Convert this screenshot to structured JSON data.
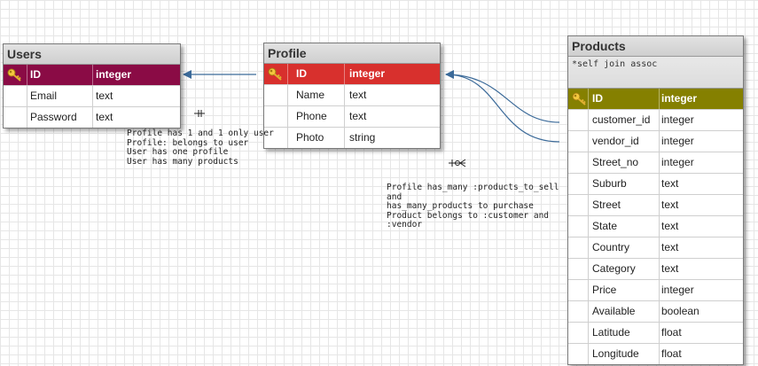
{
  "tables": {
    "users": {
      "title": "Users",
      "pk": {
        "name": "ID",
        "type": "integer"
      },
      "rows": [
        {
          "name": "Email",
          "type": "text"
        },
        {
          "name": "Password",
          "type": "text"
        }
      ]
    },
    "profile": {
      "title": "Profile",
      "pk": {
        "name": "ID",
        "type": "integer"
      },
      "rows": [
        {
          "name": "Name",
          "type": "text"
        },
        {
          "name": "Phone",
          "type": "text"
        },
        {
          "name": "Photo",
          "type": "string"
        }
      ]
    },
    "products": {
      "title": "Products",
      "note": "*self join assoc",
      "pk": {
        "name": "ID",
        "type": "integer"
      },
      "rows": [
        {
          "name": "customer_id",
          "type": "integer"
        },
        {
          "name": "vendor_id",
          "type": "integer"
        },
        {
          "name": "Street_no",
          "type": "integer"
        },
        {
          "name": "Suburb",
          "type": "text"
        },
        {
          "name": "Street",
          "type": "text"
        },
        {
          "name": "State",
          "type": "text"
        },
        {
          "name": "Country",
          "type": "text"
        },
        {
          "name": "Category",
          "type": "text"
        },
        {
          "name": "Price",
          "type": "integer"
        },
        {
          "name": "Available",
          "type": "boolean"
        },
        {
          "name": "Latitude",
          "type": "float"
        },
        {
          "name": "Longitude",
          "type": "float"
        }
      ]
    }
  },
  "annotations": {
    "users_profile": "Profile has 1 and 1 only user\nProfile: belongs to user\nUser has one profile\nUser has many products",
    "profile_products": "Profile has_many :products_to_sell\nand\nhas_many_products to purchase\nProduct belongs to :customer and\n:vendor"
  },
  "colors": {
    "users_pk": "#8a0b45",
    "profile_pk": "#d8302d",
    "products_pk": "#858000",
    "connector": "#3b6a99"
  },
  "icons": {
    "primary_key": "key-icon"
  }
}
